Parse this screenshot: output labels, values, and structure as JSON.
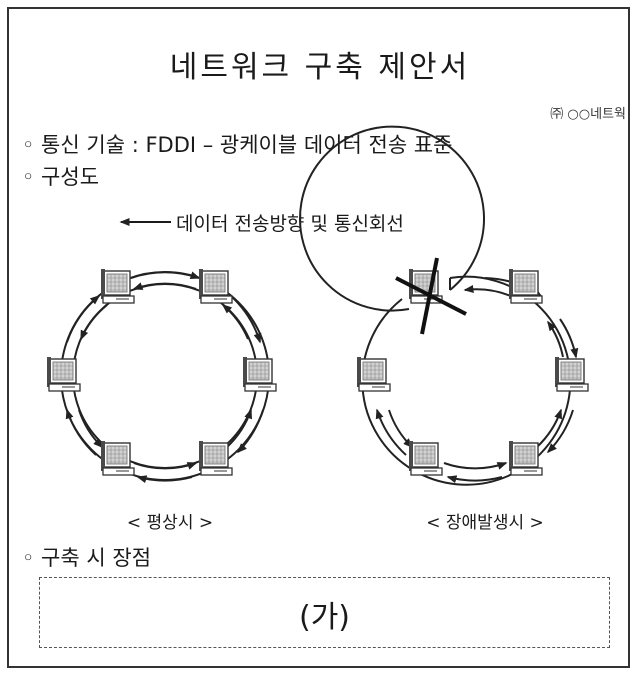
{
  "title": "네트워크 구축 제안서",
  "company": "㈜ ○○네트웍",
  "lines": {
    "tech": "◦ 통신 기술 : FDDI – 광케이블 데이터 전송 표준",
    "diagram": "◦ 구성도",
    "advantages": "◦ 구축 시 장점"
  },
  "legend": "데이터 전송방향 및 통신회선",
  "captions": {
    "normal": "< 평상시 >",
    "failure": "< 장애발생시 >"
  },
  "blank_label": "(가)"
}
